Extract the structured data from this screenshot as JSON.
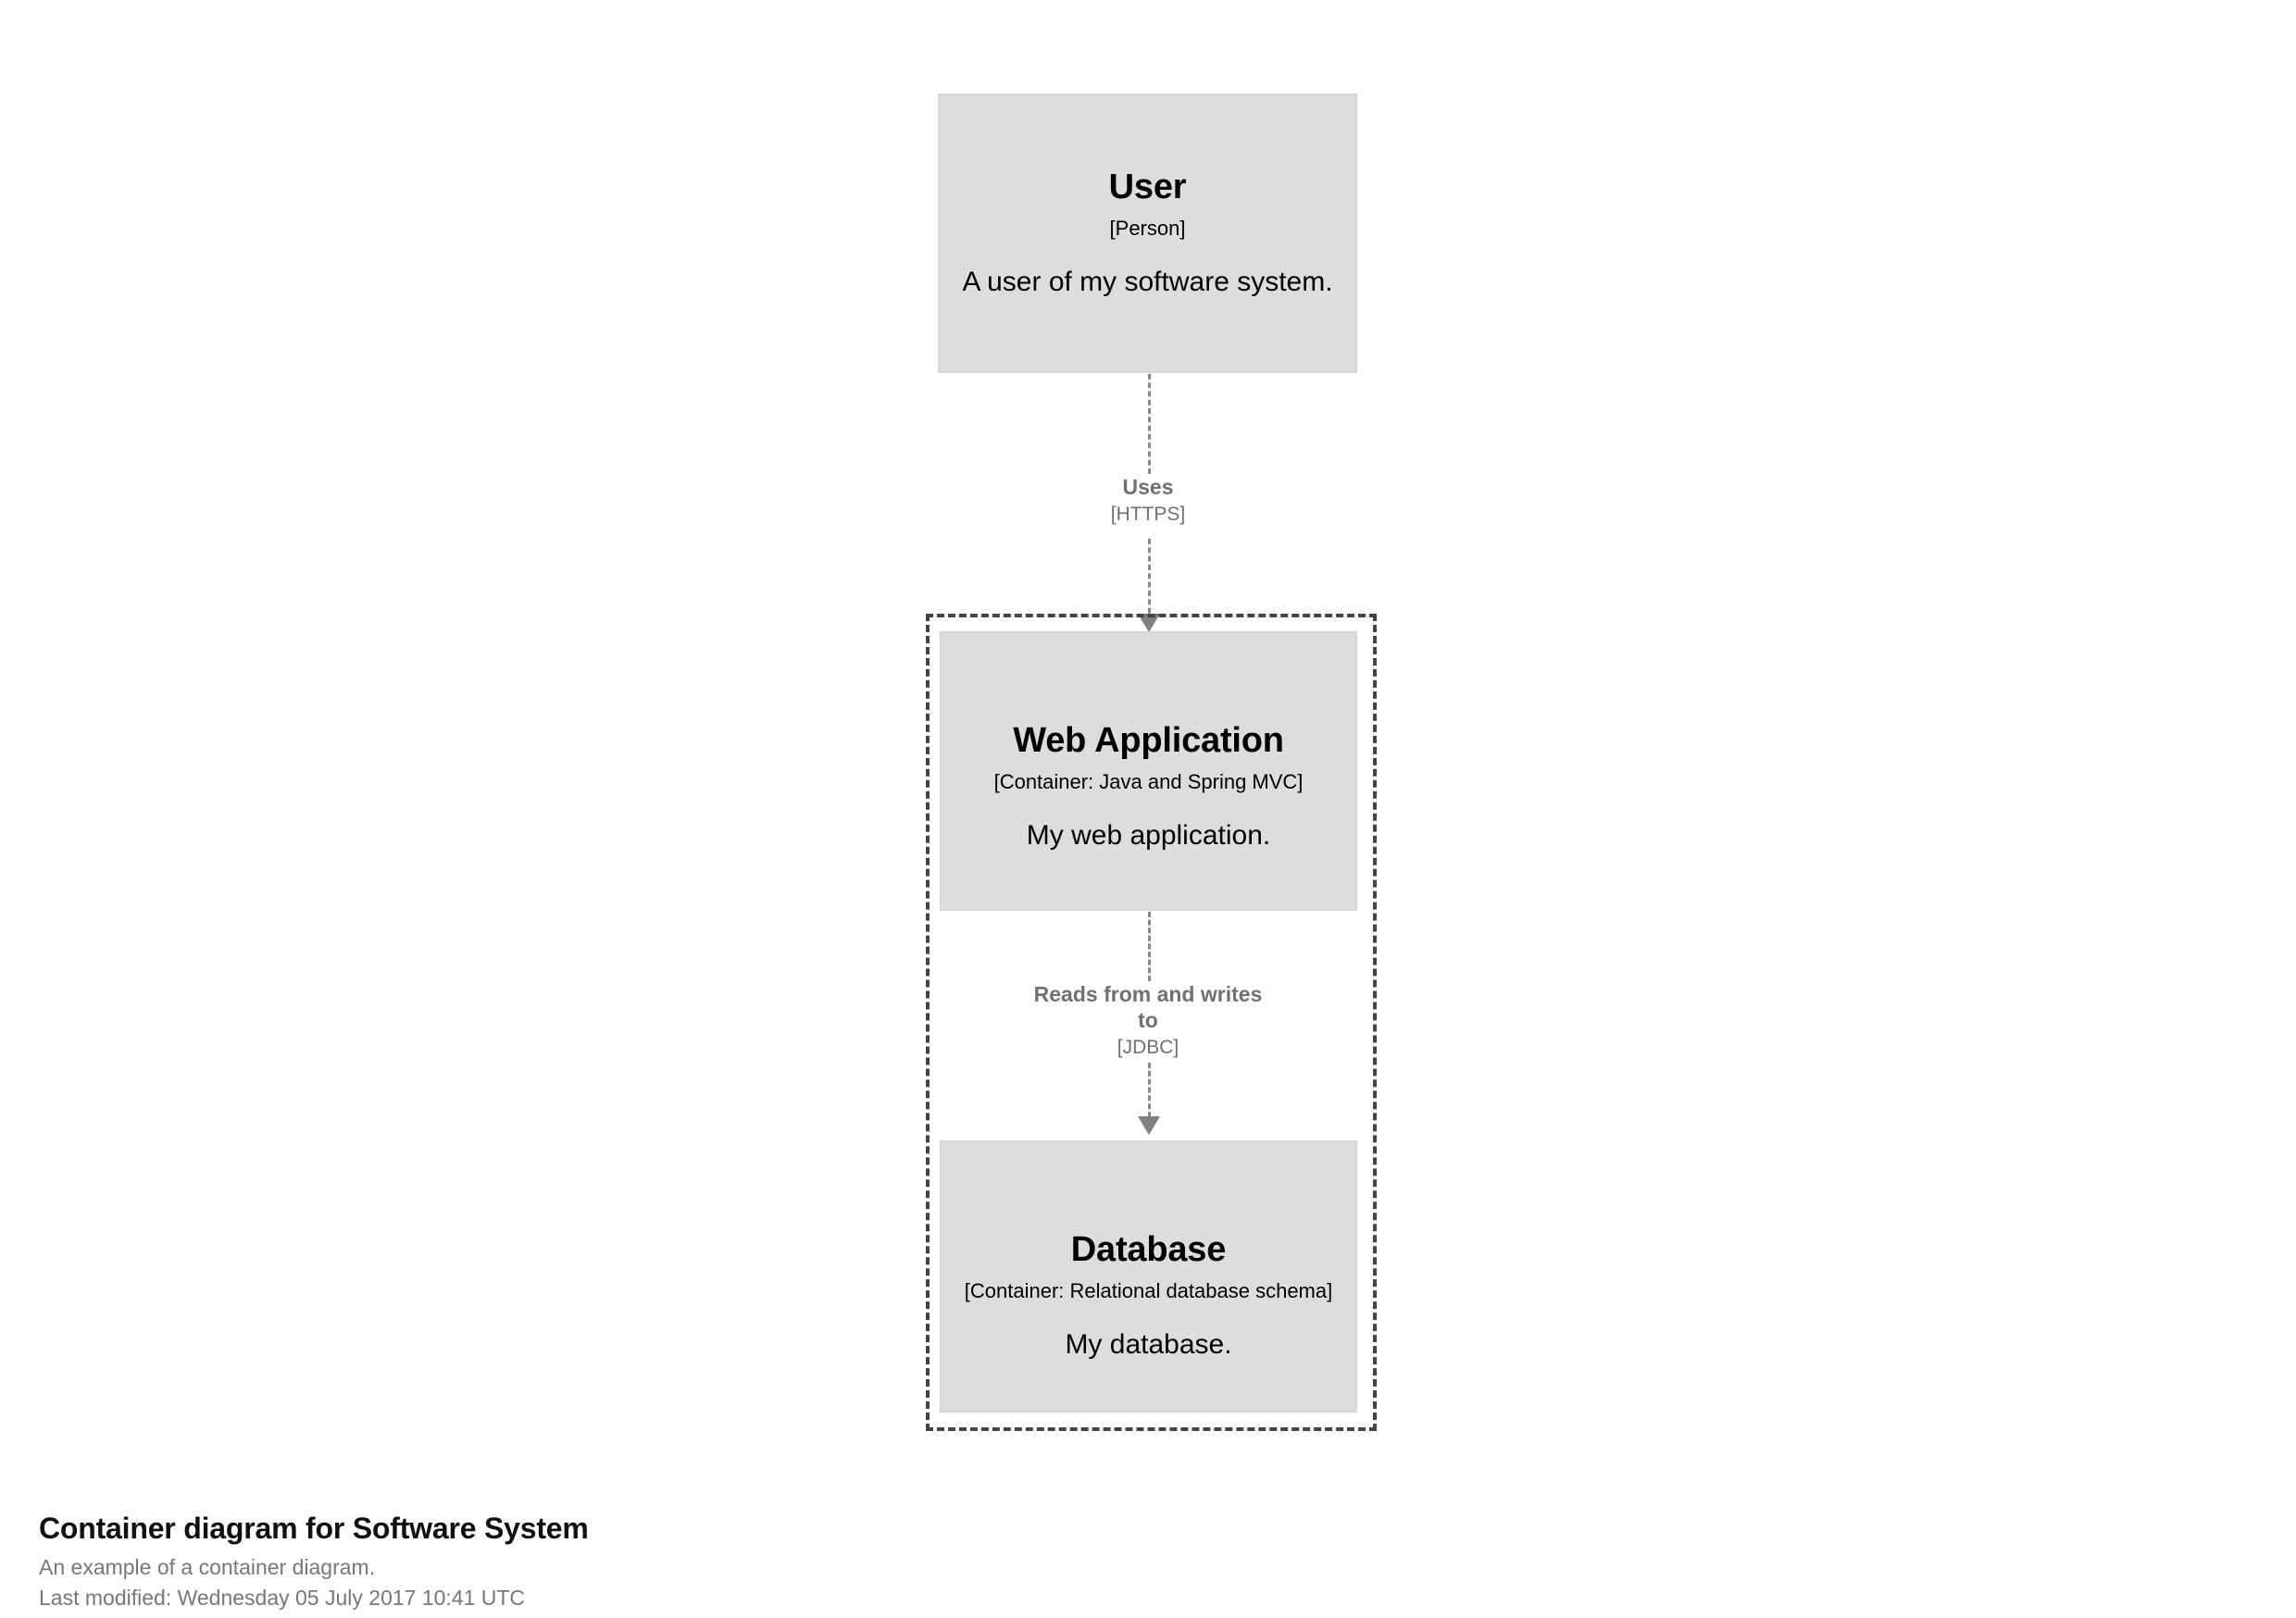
{
  "diagram": {
    "type": "c4-container-diagram",
    "nodes": [
      {
        "id": "user",
        "name": "User",
        "tech": "[Person]",
        "description": "A user of my software system."
      },
      {
        "id": "webapp",
        "name": "Web Application",
        "tech": "[Container: Java and Spring MVC]",
        "description": "My web application."
      },
      {
        "id": "database",
        "name": "Database",
        "tech": "[Container: Relational database schema]",
        "description": "My database."
      }
    ],
    "relationships": [
      {
        "id": "rel1",
        "from": "user",
        "to": "webapp",
        "description": "Uses",
        "technology": "[HTTPS]"
      },
      {
        "id": "rel2",
        "from": "webapp",
        "to": "database",
        "description": "Reads from and writes to",
        "technology": "[JDBC]"
      }
    ],
    "boundary": {
      "style": "dashed"
    },
    "colors": {
      "element_fill": "#dddddd",
      "element_border": "#d6d6d6",
      "element_text": "#000000",
      "relationship_line": "#888888",
      "relationship_text": "#707070",
      "boundary_border": "#444444",
      "caption_title": "#111111",
      "caption_text": "#777777",
      "background": "#ffffff"
    }
  },
  "caption": {
    "title": "Container diagram for Software System",
    "description": "An example of a container diagram.",
    "last_modified": "Last modified: Wednesday 05 July 2017 10:41 UTC"
  }
}
